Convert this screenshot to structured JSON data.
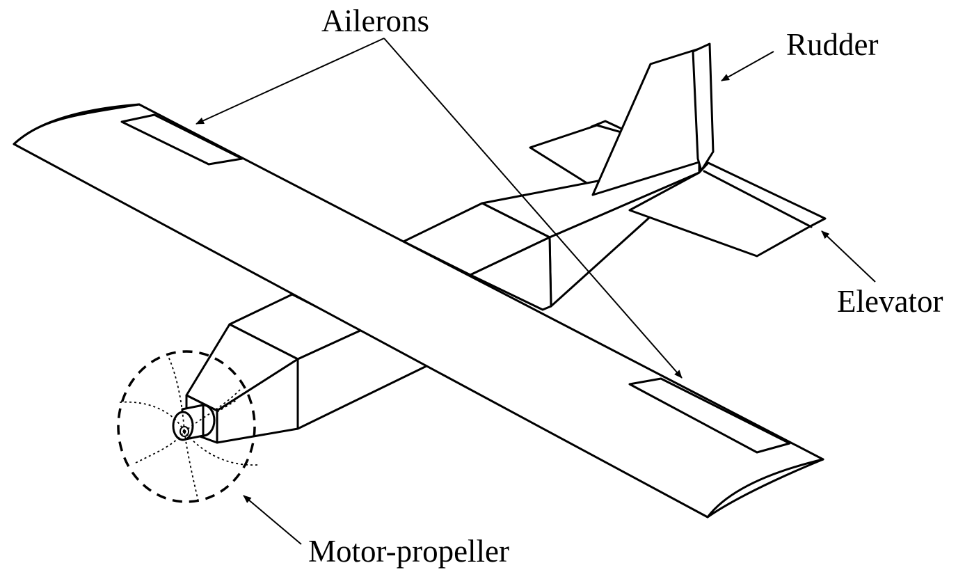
{
  "labels": {
    "ailerons": "Ailerons",
    "rudder": "Rudder",
    "elevator": "Elevator",
    "motor_propeller": "Motor-propeller"
  }
}
